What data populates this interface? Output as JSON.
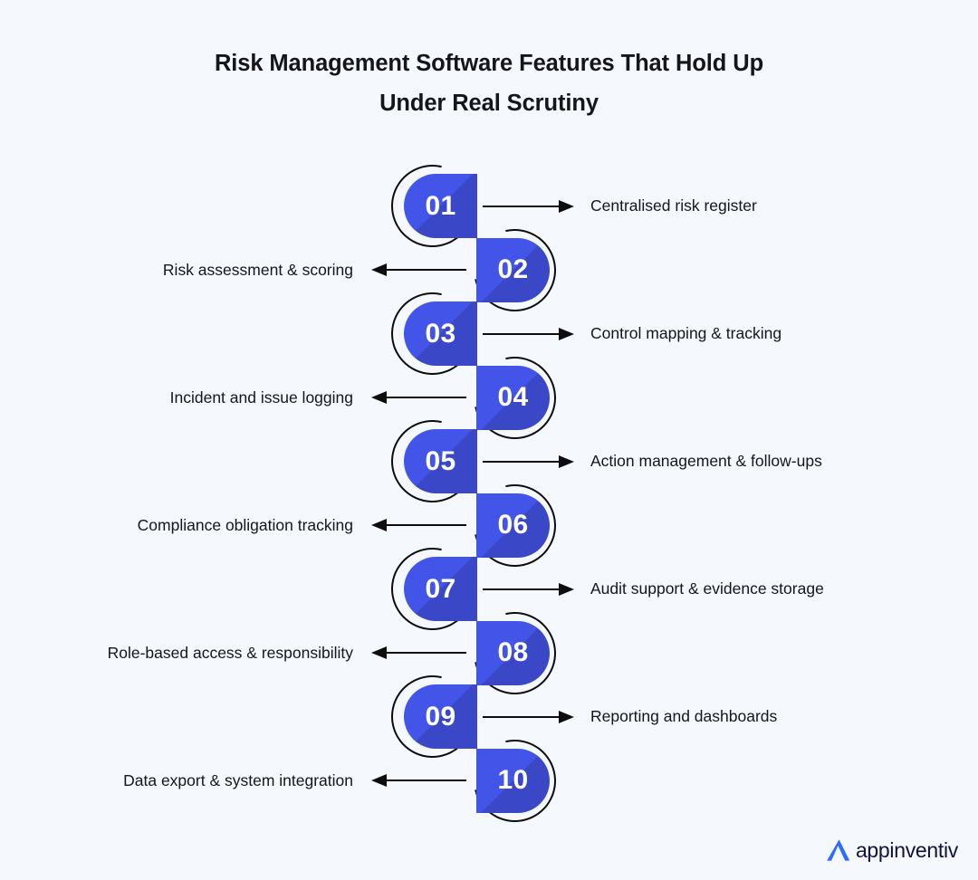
{
  "background_color": "#f5f8fc",
  "accent_light": "#4355e8",
  "accent_dark": "#3a47c6",
  "text_color": "#15161c",
  "title": {
    "line1": "Risk Management Software Features That Hold Up",
    "line2": "Under Real Scrutiny"
  },
  "steps": [
    {
      "number": "01",
      "label": "Centralised risk register",
      "side": "right"
    },
    {
      "number": "02",
      "label": "Risk assessment & scoring",
      "side": "left"
    },
    {
      "number": "03",
      "label": "Control mapping & tracking",
      "side": "right"
    },
    {
      "number": "04",
      "label": "Incident and issue logging",
      "side": "left"
    },
    {
      "number": "05",
      "label": "Action management & follow-ups",
      "side": "right"
    },
    {
      "number": "06",
      "label": "Compliance obligation tracking",
      "side": "left"
    },
    {
      "number": "07",
      "label": "Audit support & evidence storage",
      "side": "right"
    },
    {
      "number": "08",
      "label": "Role-based access & responsibility",
      "side": "left"
    },
    {
      "number": "09",
      "label": "Reporting and dashboards",
      "side": "right"
    },
    {
      "number": "10",
      "label": "Data export & system integration",
      "side": "left"
    }
  ],
  "logo": {
    "wordmark": "appinventiv",
    "mark_color": "#2f6bff",
    "word_color": "#10143c"
  }
}
